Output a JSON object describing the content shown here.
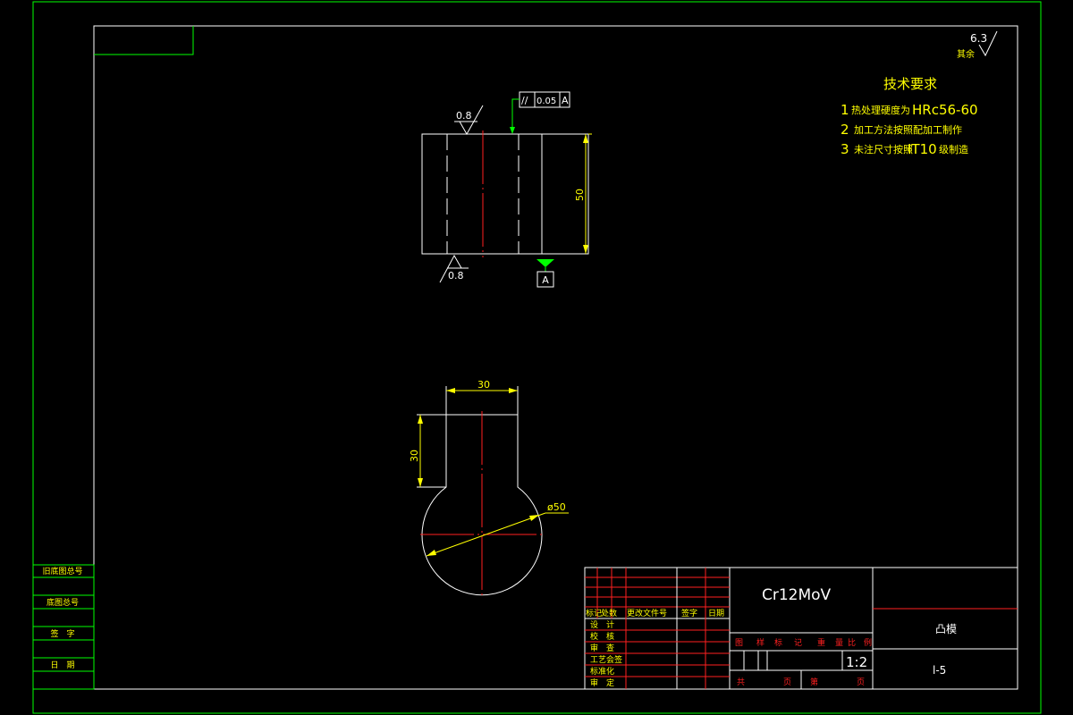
{
  "roughness": {
    "value": "6.3",
    "label": "其余"
  },
  "tech": {
    "title": "技术要求",
    "items": [
      {
        "num": "1",
        "text": "热处理硬度为",
        "code": "HRc56-60"
      },
      {
        "num": "2",
        "text": "加工方法按照配加工制作",
        "code": ""
      },
      {
        "num": "3",
        "text": "未注尺寸按照",
        "code": "IT10",
        "suffix": "级制造"
      }
    ]
  },
  "front_view": {
    "roughness_top": "0.8",
    "roughness_bottom": "0.8",
    "tolerance": {
      "symbol": "//",
      "value": "0.05",
      "datum": "A"
    },
    "datum_label": "A",
    "height_dim": "50"
  },
  "top_view": {
    "width_dim": "30",
    "height_dim": "30",
    "dia_dim": "ø50"
  },
  "side_table": {
    "rows": [
      "旧底图总号",
      "底图总号",
      "签　字",
      "日　期"
    ]
  },
  "title_block": {
    "material": "Cr12MoV",
    "part_name": "凸模",
    "scale": "1:2",
    "drawing_no": "l-5",
    "rev_header": [
      "标记",
      "处数",
      "更改文件号",
      "签字",
      "日期"
    ],
    "roles": [
      "设　计",
      "校　核",
      "审　查",
      "工艺会签",
      "标准化",
      "审　定"
    ],
    "stage_header": [
      "图",
      "样",
      "标",
      "记",
      "重",
      "量",
      "比",
      "例"
    ],
    "sheet": [
      "共",
      "页",
      "第",
      "页"
    ]
  }
}
